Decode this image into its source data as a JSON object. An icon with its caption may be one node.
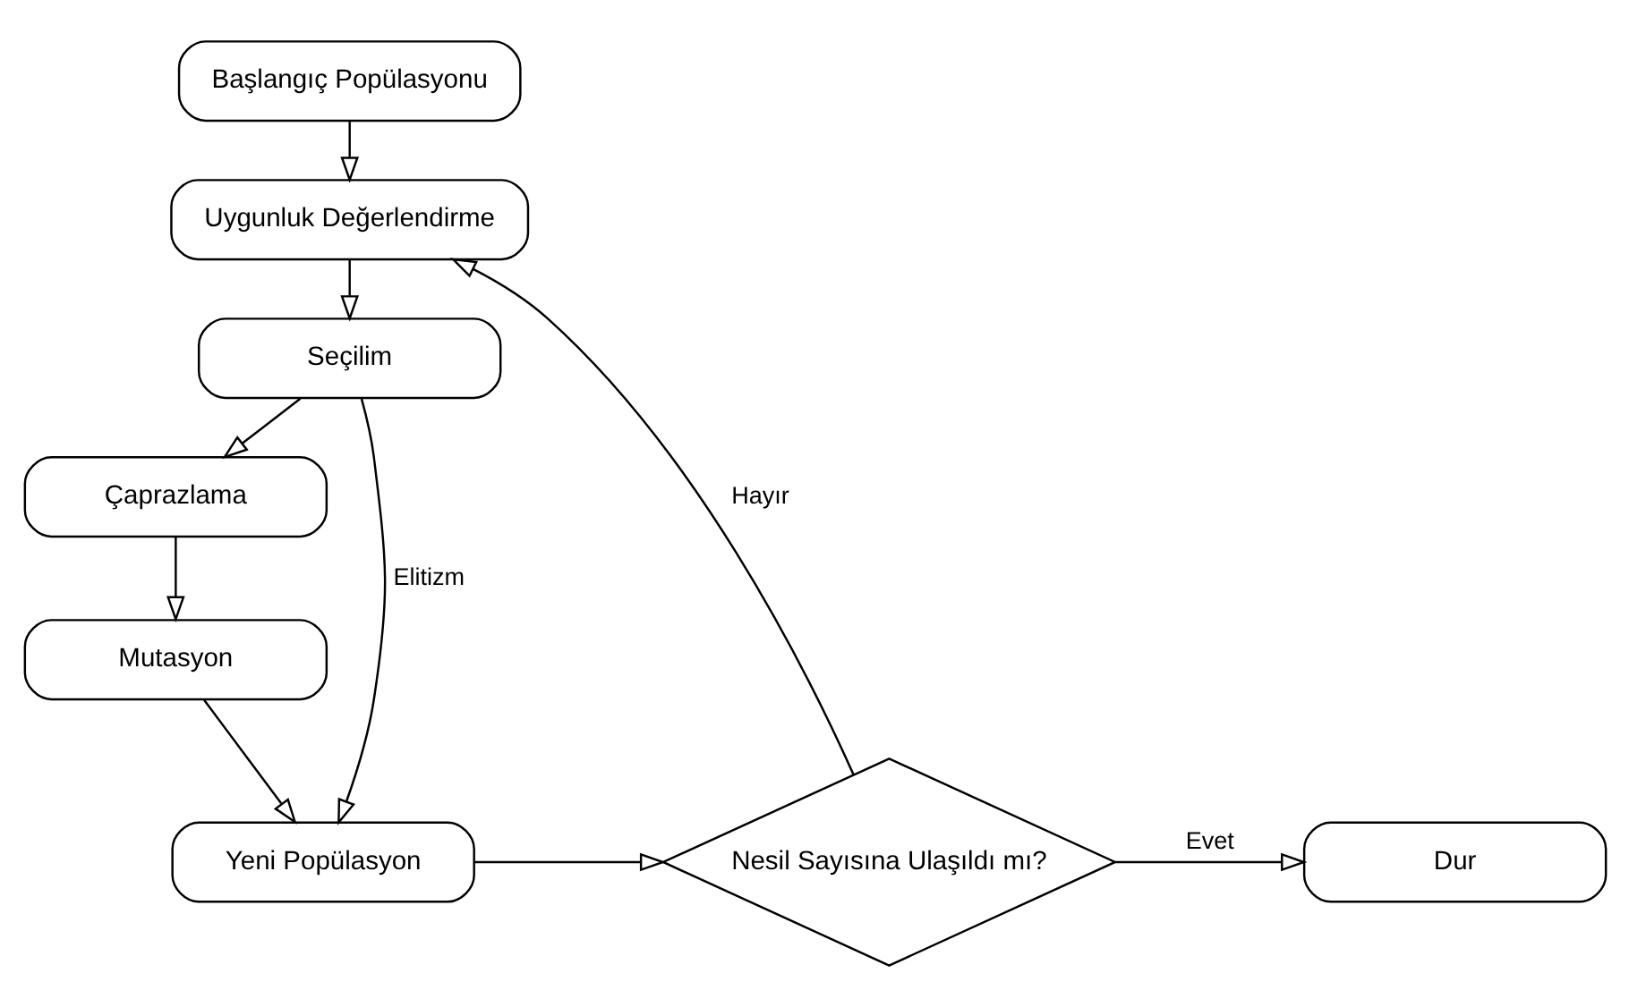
{
  "diagram": {
    "nodes": [
      {
        "text": [
          "Başlangıç Popülasyonu"
        ]
      },
      {
        "text": [
          "Uygunluk Değerlendirme"
        ]
      },
      {
        "text": [
          "Seçilim"
        ]
      },
      {
        "text": [
          "Çaprazlama"
        ]
      },
      {
        "text": [
          "Mutasyon"
        ]
      },
      {
        "text": [
          "Yeni Popülasyon"
        ]
      },
      {
        "text": [
          "Nesil Sayısına Ulaşıldı mı?"
        ]
      },
      {
        "text": [
          "Dur"
        ]
      }
    ],
    "edges": [
      {
        "from": 0,
        "to": 1,
        "arrow": "to"
      },
      {
        "from": 1,
        "to": 2,
        "arrow": "to"
      },
      {
        "from": 2,
        "to": 3,
        "arrow": "to"
      },
      {
        "from": 3,
        "to": 4,
        "arrow": "to"
      },
      {
        "from": 4,
        "to": 5,
        "arrow": "to"
      },
      {
        "from": 2,
        "to": 5,
        "label": "Elitizm",
        "arrow": "to"
      },
      {
        "from": 5,
        "to": 6,
        "arrow": "to"
      },
      {
        "from": 6,
        "to": 1,
        "label": "Hayır",
        "arrow": "to"
      },
      {
        "from": 6,
        "to": 7,
        "label": "Evet",
        "arrow": "to"
      }
    ]
  }
}
